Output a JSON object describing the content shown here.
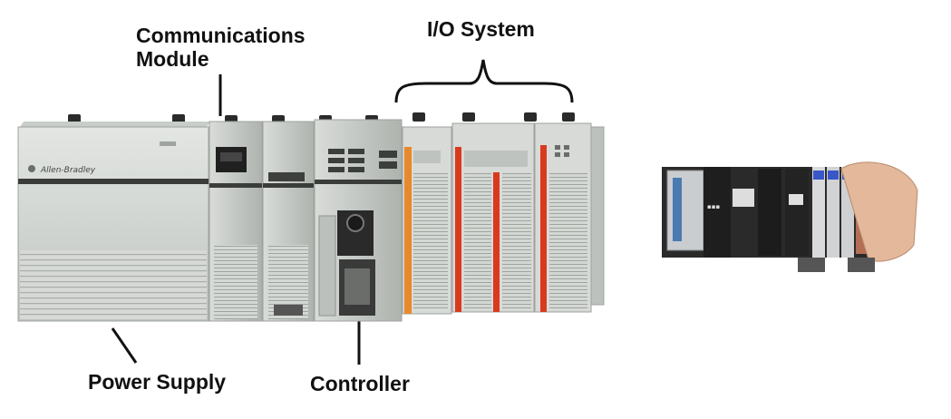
{
  "labels": {
    "communications_module_line1": "Communications",
    "communications_module_line2": "Module",
    "io_system": "I/O System",
    "power_supply": "Power Supply",
    "controller": "Controller"
  },
  "photo_left": {
    "brand_text": "Allen-Bradley"
  },
  "colors": {
    "module_body": "#cfd3cf",
    "module_shadow": "#9ea39e",
    "io_accent_orange": "#e8882a",
    "io_accent_red": "#d93a1e",
    "rack_dark": "#2a2a2a",
    "label_text": "#111111"
  }
}
